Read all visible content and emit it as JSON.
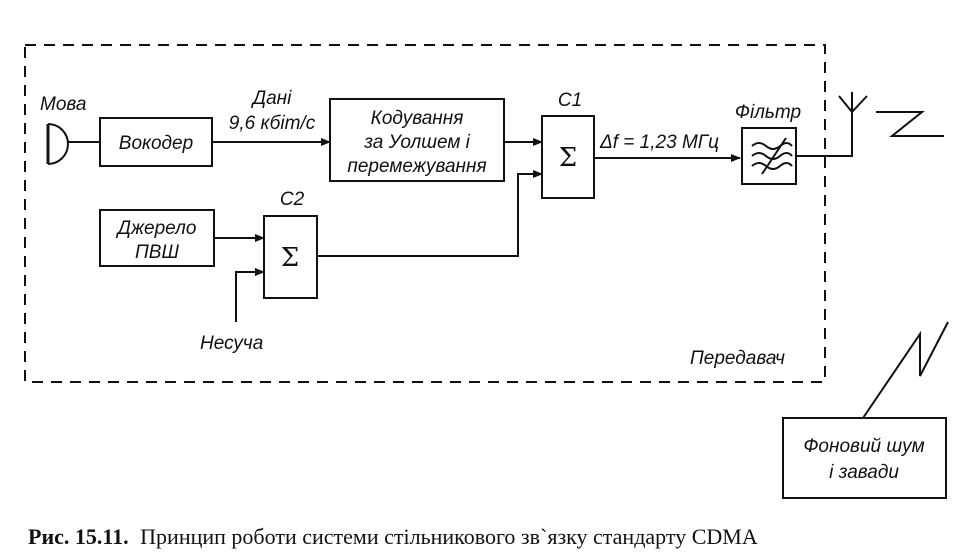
{
  "labels": {
    "mic": "Мова",
    "vocoder": "Вокодер",
    "data_line1": "Дані",
    "data_line2": "9,6 кбіт/с",
    "coding_line1": "Кодування",
    "coding_line2": "за Уолшем і",
    "coding_line3": "перемежування",
    "c1": "C1",
    "c2": "C2",
    "sum_symbol": "Σ",
    "bandwidth": "Δf = 1,23 МГц",
    "filter": "Фільтр",
    "pn_line1": "Джерело",
    "pn_line2": "ПВШ",
    "carrier": "Несуча",
    "transmitter": "Передавач",
    "noise_line1": "Фоновий шум",
    "noise_line2": "і завади"
  },
  "caption": {
    "number": "Рис. 15.11.",
    "text": "Принцип роботи системи стільникового зв`язку стандарту CDMA"
  }
}
